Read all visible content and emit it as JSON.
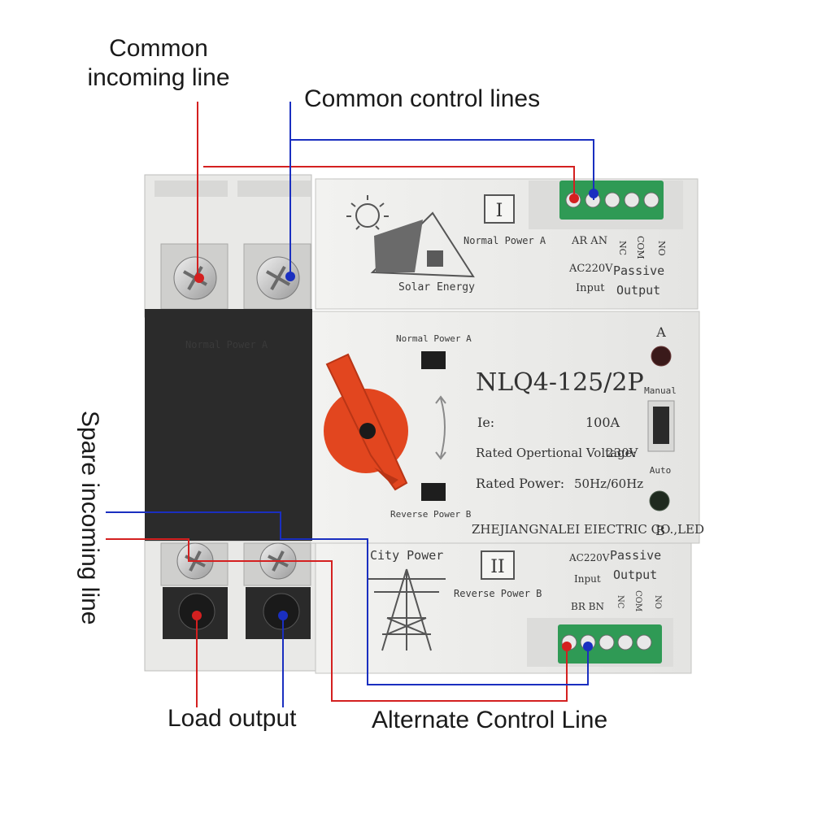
{
  "callouts": {
    "common_incoming_line_1": "Common",
    "common_incoming_line_2": "incoming line",
    "common_control_lines": "Common control lines",
    "spare_incoming_line": "Spare incoming line",
    "load_output": "Load output",
    "alternate_control_line": "Alternate Control Line"
  },
  "device": {
    "top_panel": {
      "roman": "I",
      "normal_power": "Normal Power A",
      "brand": "Solar Energy",
      "terminals": "AR AN",
      "nc": "NC",
      "com": "COM",
      "no": "NO",
      "voltage": "AC220V",
      "input": "Input",
      "passive": "Passive",
      "output": "Output"
    },
    "middle_panel": {
      "normal_power": "Normal Power A",
      "reverse_power": "Reverse Power B",
      "model": "NLQ4-125/2P",
      "ie_label": "Ie:",
      "ie_value": "100A",
      "voltage_label": "Rated Opertional Voltage:",
      "voltage_value": "230V",
      "power_label": "Rated Power:",
      "power_value": "50Hz/60Hz",
      "maker": "ZHEJIANGNALEI EIECTRIC CO.,LED",
      "led_a": "A",
      "led_b": "B",
      "manual": "Manual",
      "auto": "Auto",
      "dark_cover": "Normal Power A"
    },
    "bottom_panel": {
      "roman": "II",
      "city_power": "City Power",
      "reverse_power": "Reverse Power B",
      "voltage": "AC220V",
      "input": "Input",
      "passive": "Passive",
      "output": "Output",
      "terminals": "BR BN",
      "nc": "NC",
      "com": "COM",
      "no": "NO"
    }
  },
  "colors": {
    "red_wire": "#d42020",
    "blue_wire": "#1a2fc0",
    "handle": "#e2461f",
    "terminal_block": "#2f9a55"
  }
}
